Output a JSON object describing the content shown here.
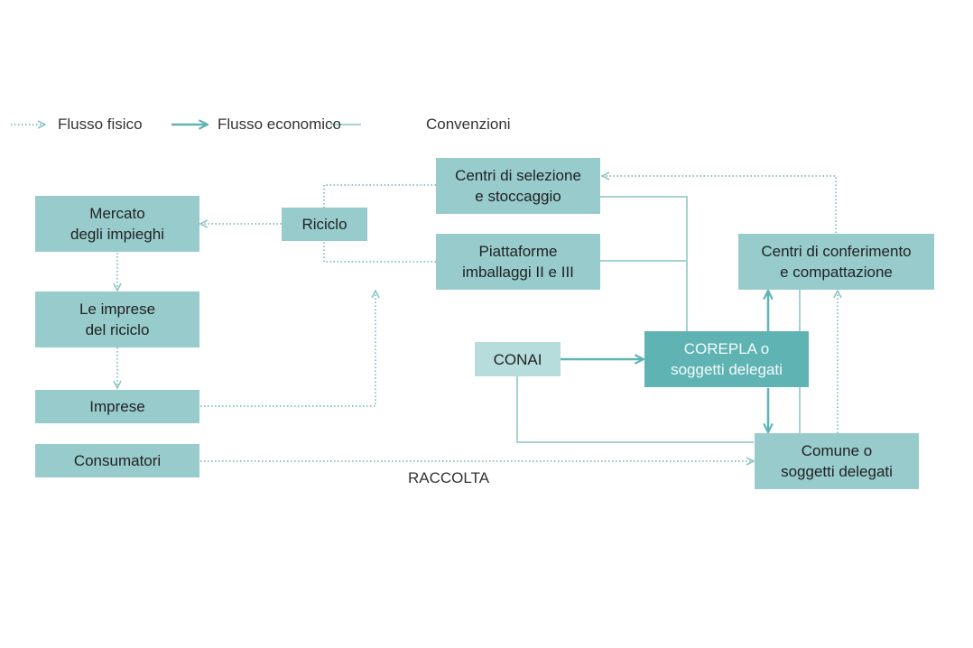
{
  "legend": {
    "physical_flow": "Flusso fisico",
    "economic_flow": "Flusso economico",
    "agreements": "Convenzioni"
  },
  "nodes": {
    "mercato": "Mercato\ndegli impieghi",
    "imprese_riciclo": "Le imprese\ndel riciclo",
    "imprese": "Imprese",
    "consumatori": "Consumatori",
    "riciclo": "Riciclo",
    "centri_selezione": "Centri di selezione\ne stoccaggio",
    "piattaforme": "Piattaforme\nimballaggi II e III",
    "centri_conferimento": "Centri di conferimento\ne compattazione",
    "conai": "CONAI",
    "corepla": "COREPLA o\nsoggetti delegati",
    "comune": "Comune o\nsoggetti delegati"
  },
  "labels": {
    "raccolta": "RACCOLTA"
  },
  "colors": {
    "box": "#97cbcc",
    "box_dark": "#5fb3b3",
    "box_light": "#b6dcdc",
    "line": "#a6d2d2",
    "arrow_economic": "#5fb3b3",
    "dotted": "#8cc6c6"
  }
}
